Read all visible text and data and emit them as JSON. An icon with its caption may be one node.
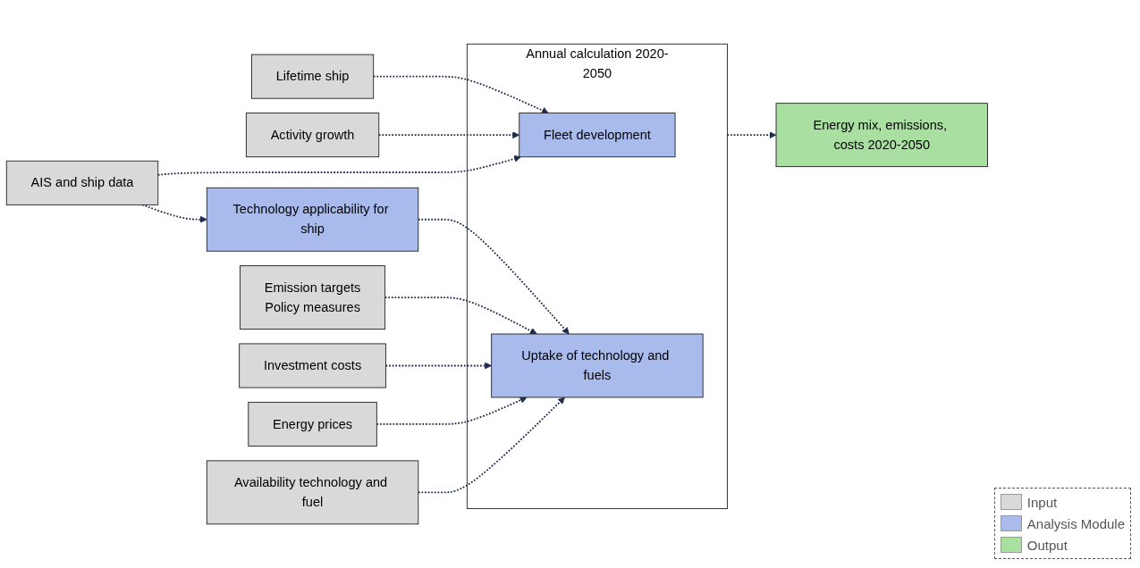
{
  "diagram": {
    "nodes": [
      {
        "text": [
          "Lifetime ship"
        ]
      },
      {
        "text": [
          "Activity growth"
        ]
      },
      {
        "text": [
          "AIS and ship data"
        ]
      },
      {
        "text": [
          "Technology applicability for ship"
        ]
      },
      {
        "text": [
          "Emission targets",
          "Policy measures"
        ]
      },
      {
        "text": [
          "Investment costs"
        ]
      },
      {
        "text": [
          "Energy prices"
        ]
      },
      {
        "text": [
          "Availability technology and fuel"
        ]
      },
      {
        "text": [
          "Annual calculation 2020-2050"
        ]
      },
      {
        "text": [
          "Fleet development"
        ],
        "in": 8
      },
      {
        "text": [
          "Uptake of technology and fuels"
        ],
        "in": 8
      },
      {
        "text": [
          "Energy mix, emissions, costs 2020-2050"
        ]
      }
    ],
    "edges": [
      {
        "from": 0,
        "to": 9,
        "arrow": "to",
        "style": "dashed"
      },
      {
        "from": 1,
        "to": 9,
        "arrow": "to",
        "style": "dashed"
      },
      {
        "from": 2,
        "to": 9,
        "arrow": "to",
        "style": "dashed"
      },
      {
        "from": 2,
        "to": 3,
        "arrow": "to",
        "style": "dashed"
      },
      {
        "from": 3,
        "to": 10,
        "arrow": "to",
        "style": "dashed"
      },
      {
        "from": 4,
        "to": 10,
        "arrow": "to",
        "style": "dashed"
      },
      {
        "from": 5,
        "to": 10,
        "arrow": "to",
        "style": "dashed"
      },
      {
        "from": 6,
        "to": 10,
        "arrow": "to",
        "style": "dashed"
      },
      {
        "from": 7,
        "to": 10,
        "arrow": "to",
        "style": "dashed"
      },
      {
        "from": 8,
        "to": 11,
        "arrow": "to",
        "style": "dashed"
      }
    ],
    "legend": [
      {
        "text": "Input",
        "color": "#d9d9d9"
      },
      {
        "text": "Analysis Module",
        "color": "#a9bbec"
      },
      {
        "text": "Output",
        "color": "#a9dfa1"
      }
    ]
  }
}
